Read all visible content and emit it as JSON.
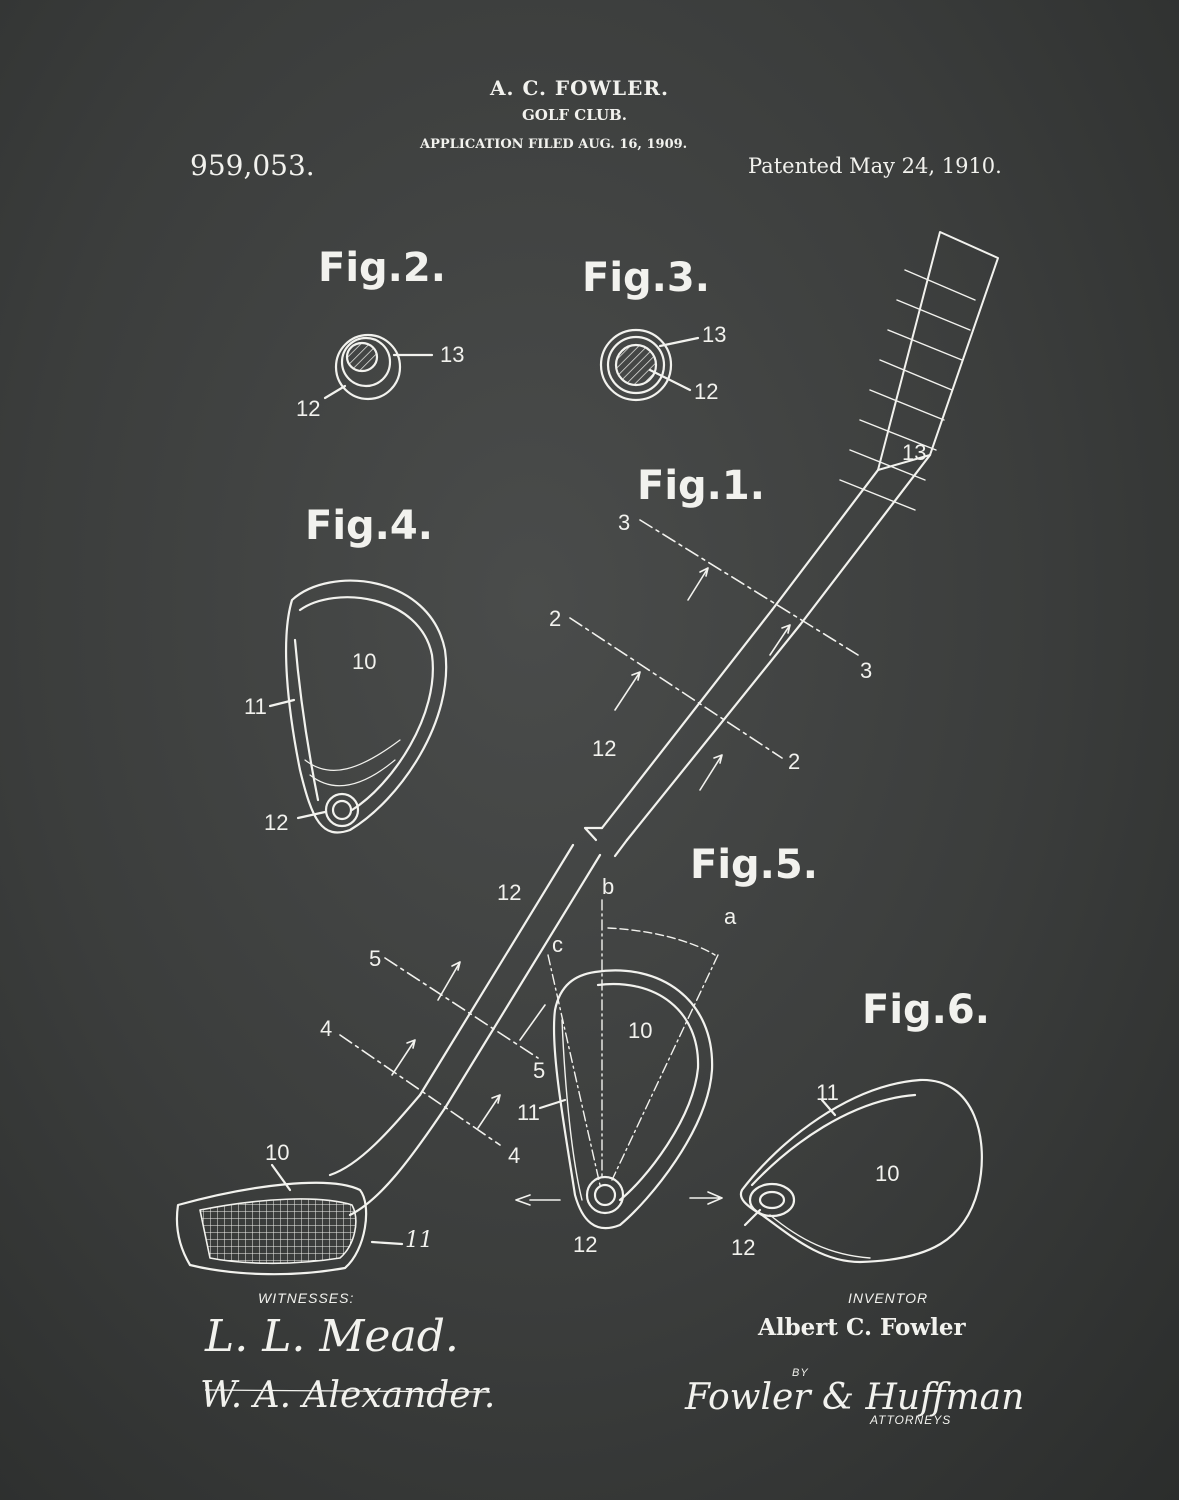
{
  "header": {
    "inventor_line": "A. C. FOWLER.",
    "title": "GOLF CLUB.",
    "filed": "APPLICATION FILED AUG. 16, 1909.",
    "patent_number": "959,053.",
    "patented": "Patented May 24, 1910."
  },
  "figures": {
    "fig1": "Fig.1.",
    "fig2": "Fig.2.",
    "fig3": "Fig.3.",
    "fig4": "Fig.4.",
    "fig5": "Fig.5.",
    "fig6": "Fig.6."
  },
  "refs": {
    "r10": "10",
    "r11": "11",
    "r11_alt": "11",
    "r12": "12",
    "r13": "13",
    "n2": "2",
    "n3": "3",
    "n4": "4",
    "n5": "5",
    "a": "a",
    "b": "b",
    "c": "c"
  },
  "footer": {
    "witnesses_label": "WITNESSES:",
    "witness_1": "L. L. Mead.",
    "witness_2": "W. A. Alexander.",
    "inventor_label": "INVENTOR",
    "inventor_name": "Albert C. Fowler",
    "by_label": "BY",
    "attorneys_signature": "Fowler & Huffman",
    "attorneys_label": "ATTORNEYS"
  },
  "colors": {
    "background": "#3b3d3c",
    "ink": "#f2f2ee"
  }
}
